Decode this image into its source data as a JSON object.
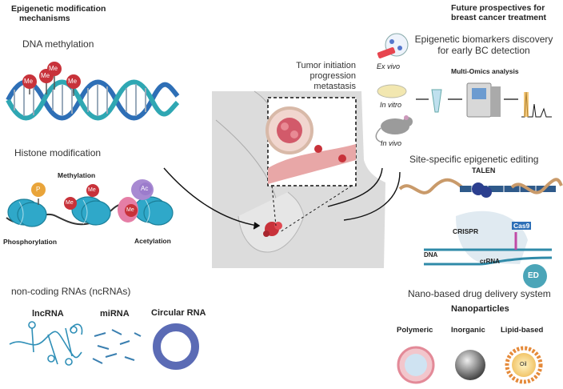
{
  "left": {
    "heading": [
      "Epigenetic modification",
      "mechanisms"
    ],
    "dna_methylation": {
      "title": "DNA methylation",
      "me_label": "Me"
    },
    "histone": {
      "title": "Histone modification",
      "methylation": "Methylation",
      "phosphorylation": "Phosphorylation",
      "acetylation": "Acetylation",
      "p_label": "P",
      "me_label": "Me",
      "ac_label": "Ac"
    },
    "ncrna": {
      "title": "non-coding RNAs (ncRNAs)",
      "lncrna": "lncRNA",
      "mirna": "miRNA",
      "circular": "Circular RNA"
    }
  },
  "center": {
    "tumor_lines": [
      "Tumor initiation",
      "progression",
      "metastasis"
    ]
  },
  "right": {
    "heading": [
      "Future prospectives for",
      "breast cancer treatment"
    ],
    "biomarkers": [
      "Epigenetic biomarkers discovery",
      "for early BC detection"
    ],
    "ex_vivo": "Ex vivo",
    "in_vitro": "In vitro",
    "in_vivo": "In vivo",
    "multi_omics": "Multi-Omics analysis",
    "editing": "Site-specific epigenetic editing",
    "talen": "TALEN",
    "crispr": "CRISPR",
    "cas9": "Cas9",
    "dna": "DNA",
    "crrna": "crRNA",
    "ed": "ED",
    "nano": "Nano-based drug delivery system",
    "nanoparticles": "Nanoparticles",
    "polymeric": "Polymeric",
    "inorganic": "Inorganic",
    "lipid": "Lipid-based",
    "oil": "Oil"
  },
  "colors": {
    "dna_blue": "#2e6fb6",
    "teal": "#2fa7b3",
    "red": "#c8323a",
    "histone": "#2fa8c9",
    "ring": "#5b6bb5"
  }
}
